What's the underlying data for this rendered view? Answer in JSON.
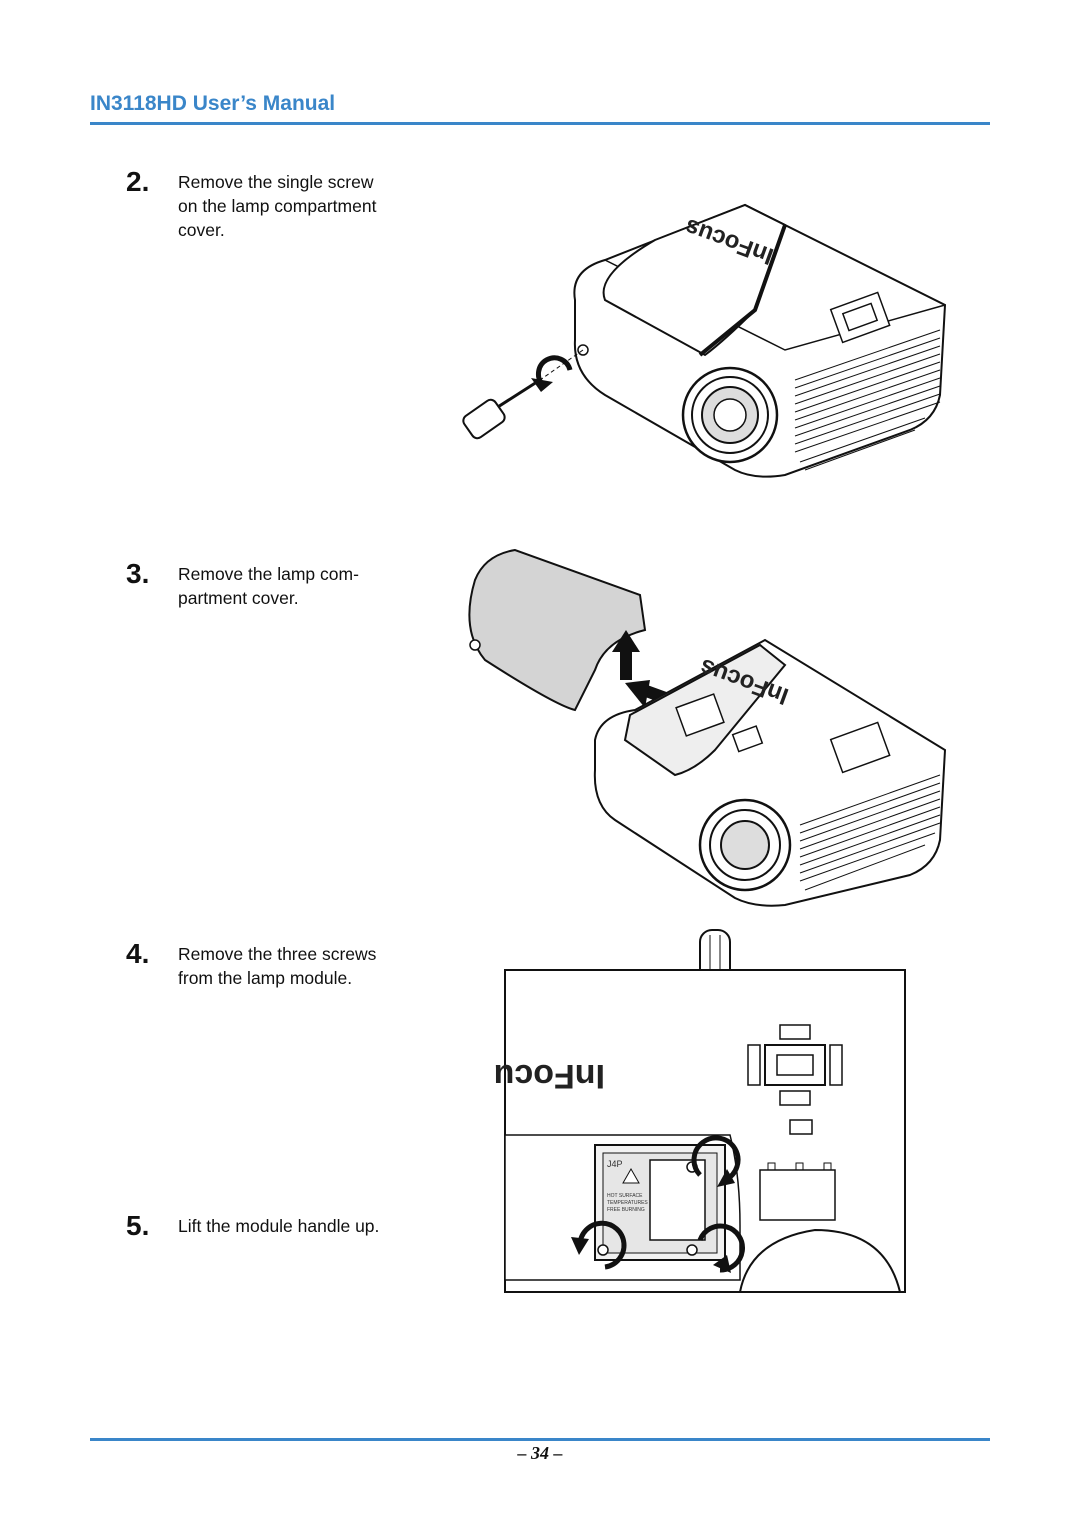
{
  "header": {
    "title": "IN3118HD User’s Manual"
  },
  "steps": [
    {
      "number": "2.",
      "text": "Remove the single screw\non the lamp compartment\ncover."
    },
    {
      "number": "3.",
      "text": "Remove the lamp com-\npartment cover."
    },
    {
      "number": "4.",
      "text": "Remove the three screws\nfrom the lamp module."
    },
    {
      "number": "5.",
      "text": "Lift the module handle up."
    }
  ],
  "illustrations": {
    "brand_logo": "InFocus",
    "lamp_label": "J4P",
    "warning_label": [
      "HOT SURFACE",
      "TEMPERATURES",
      "FREE BURNING"
    ]
  },
  "colors": {
    "accent": "#3a86c9"
  },
  "footer": {
    "page": "– 34 –"
  }
}
